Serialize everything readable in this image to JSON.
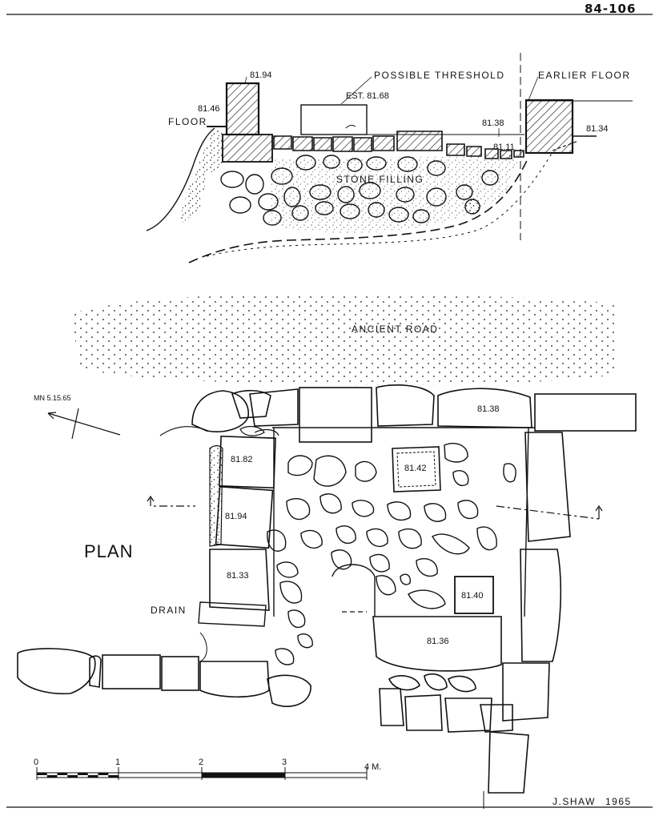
{
  "sheet_number": "84-106",
  "section": {
    "labels": {
      "possible_threshold": "POSSIBLE THRESHOLD",
      "earlier_floor": "EARLIER FLOOR",
      "floor": "FLOOR",
      "stone_filling": "STONE FILLING"
    },
    "elevations": {
      "wall_top": "81.94",
      "wall_floor": "81.46",
      "threshold_est": "EST. 81.68",
      "right_floor_a": "81.38",
      "right_floor_b": "81.11",
      "right_wall_outer": "81.34"
    }
  },
  "road_label": "ANCIENT ROAD",
  "plan": {
    "title": "PLAN",
    "north_arrow": "MN 5.15.65",
    "drain_label": "DRAIN",
    "elevations": {
      "top_stone": "81.38",
      "slab_center": "81.42",
      "block_a": "81.82",
      "block_b": "81.94",
      "block_c": "81.33",
      "block_d": "81.40",
      "block_e": "81.36"
    }
  },
  "scale_bar": {
    "ticks": [
      "0",
      "1",
      "2",
      "3",
      "4 M."
    ]
  },
  "credit": {
    "author": "J.SHAW",
    "year": "1965"
  }
}
